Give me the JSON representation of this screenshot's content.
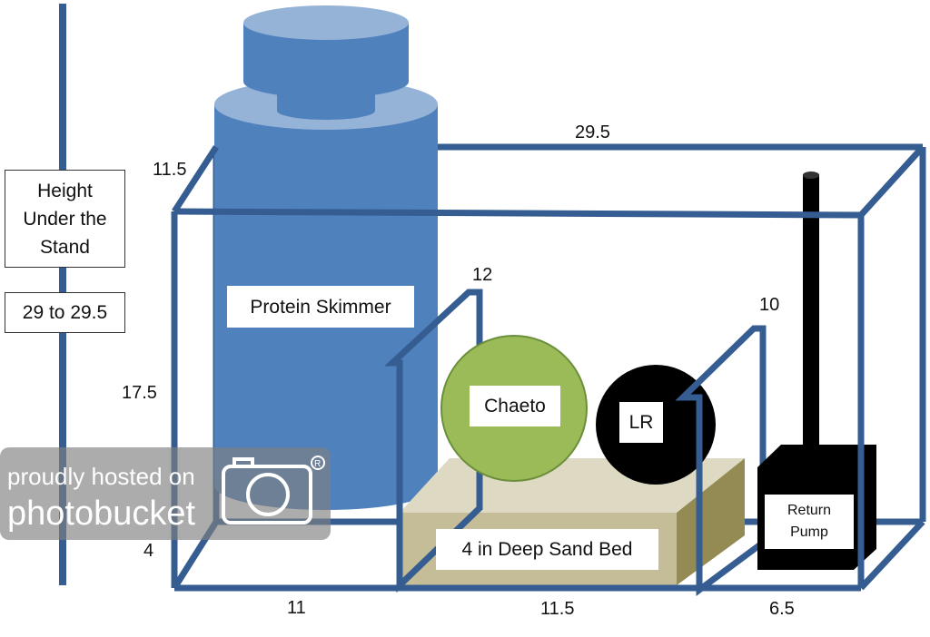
{
  "side_labels": {
    "height_lines": [
      "Height",
      "Under the",
      "Stand"
    ],
    "height_value": "29 to 29.5"
  },
  "components": {
    "skimmer": "Protein Skimmer",
    "chaeto": "Chaeto",
    "live_rock": "LR",
    "sand_bed": "4 in Deep Sand Bed",
    "return_pump_lines": [
      "Return",
      "Pump"
    ]
  },
  "dimensions": {
    "top_length": "29.5",
    "depth": "11.5",
    "height": "17.5",
    "baffle1_height": "12",
    "baffle2_height": "10",
    "bottom_left_height": "4",
    "section1_width": "11",
    "section2_width": "11.5",
    "section3_width": "6.5"
  },
  "watermark": {
    "line1": "proudly hosted on",
    "line2": "photobucket"
  },
  "colors": {
    "frame": "#355d92",
    "skimmer_body": "#4f81bd",
    "skimmer_top": "#95b3d7",
    "chaeto": "#9bbb59",
    "sand": "#c4bd97",
    "pump": "#000000"
  }
}
